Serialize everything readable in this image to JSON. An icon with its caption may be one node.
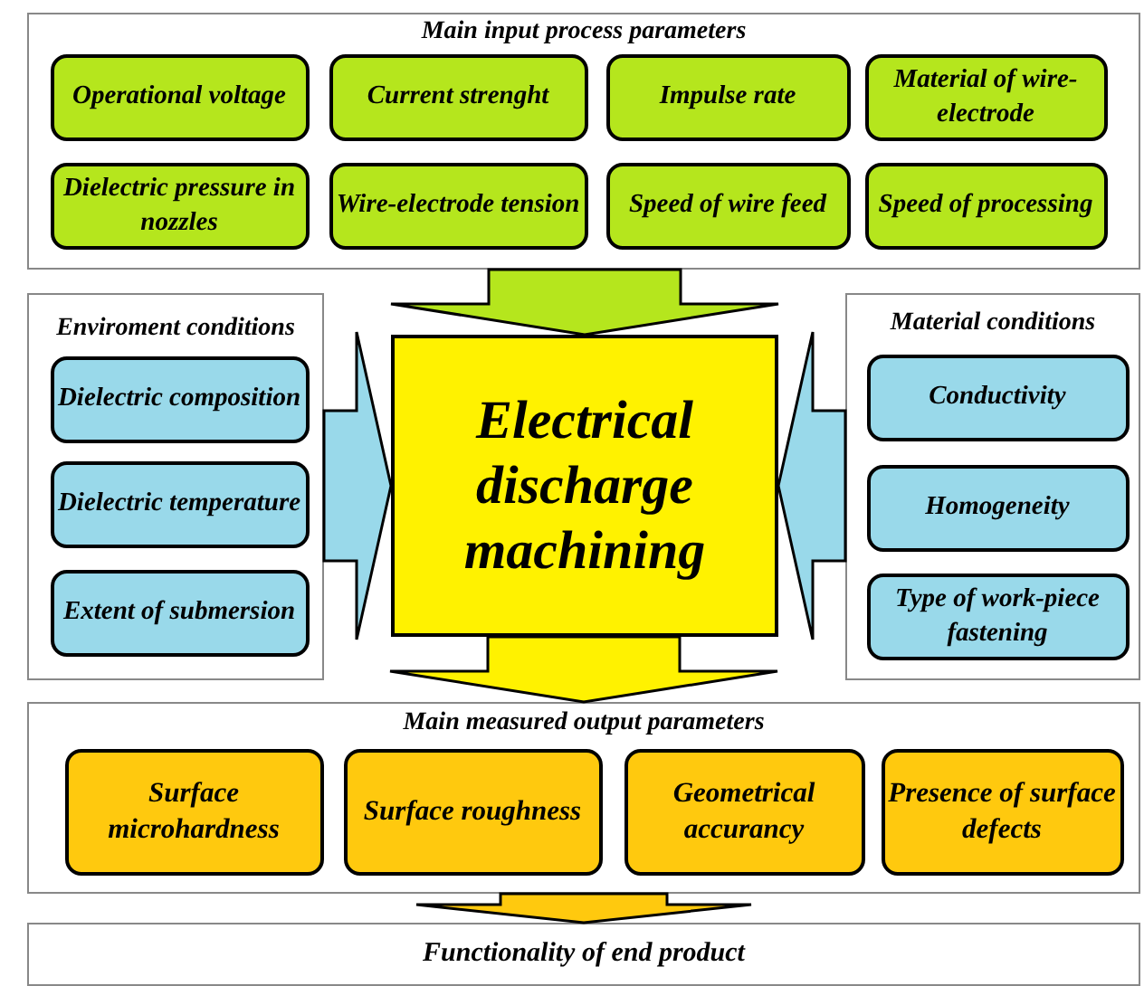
{
  "diagram": {
    "nodes": [
      {
        "text": [
          "Main input process parameters"
        ]
      },
      {
        "text": [
          "Operational voltage"
        ],
        "in": 0
      },
      {
        "text": [
          "Current strenght"
        ],
        "in": 0
      },
      {
        "text": [
          "Impulse rate"
        ],
        "in": 0
      },
      {
        "text": [
          "Material of wire-electrode"
        ],
        "in": 0
      },
      {
        "text": [
          "Dielectric pressure in nozzles"
        ],
        "in": 0
      },
      {
        "text": [
          "Wire-electrode tension"
        ],
        "in": 0
      },
      {
        "text": [
          "Speed of wire feed"
        ],
        "in": 0
      },
      {
        "text": [
          "Speed of processing"
        ],
        "in": 0
      },
      {
        "text": [
          "Enviroment conditions"
        ]
      },
      {
        "text": [
          "Dielectric composition"
        ],
        "in": 9
      },
      {
        "text": [
          "Dielectric temperature"
        ],
        "in": 9
      },
      {
        "text": [
          "Extent of submersion"
        ],
        "in": 9
      },
      {
        "text": [
          "Material conditions"
        ]
      },
      {
        "text": [
          "Conductivity"
        ],
        "in": 13
      },
      {
        "text": [
          "Homogeneity"
        ],
        "in": 13
      },
      {
        "text": [
          "Type of work-piece fastening"
        ],
        "in": 13
      },
      {
        "text": [
          "Electrical discharge machining"
        ]
      },
      {
        "text": [
          "Main measured output parameters"
        ]
      },
      {
        "text": [
          "Surface microhardness"
        ],
        "in": 18
      },
      {
        "text": [
          "Surface roughness"
        ],
        "in": 18
      },
      {
        "text": [
          "Geometrical accurancy"
        ],
        "in": 18
      },
      {
        "text": [
          "Presence of surface defects"
        ],
        "in": 18
      },
      {
        "text": [
          "Functionality of end product"
        ]
      }
    ],
    "edges": [
      {
        "from": 0,
        "to": 17,
        "arrow": "to",
        "color": "#b5e61d"
      },
      {
        "from": 9,
        "to": 17,
        "arrow": "to",
        "color": "#99d9ea"
      },
      {
        "from": 13,
        "to": 17,
        "arrow": "to",
        "color": "#99d9ea"
      },
      {
        "from": 17,
        "to": 18,
        "arrow": "to",
        "color": "#fff200"
      },
      {
        "from": 18,
        "to": 23,
        "arrow": "to",
        "color": "#ffc90e"
      }
    ]
  }
}
